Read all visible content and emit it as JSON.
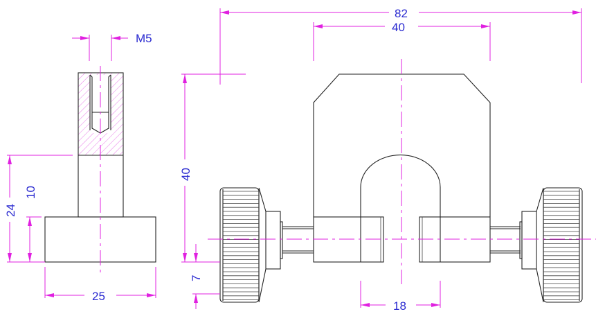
{
  "drawing": {
    "side_view": {
      "dimensions": {
        "thread": "M5",
        "total_height": "24",
        "base_height": "10",
        "base_width": "25"
      }
    },
    "front_view": {
      "dimensions": {
        "overall_width": "82",
        "body_width": "40",
        "height": "40",
        "axis_height": "7",
        "gap": "18"
      }
    },
    "colors": {
      "outline": "#222222",
      "dimension": "#e020e0",
      "text": "#2a2ad0"
    }
  }
}
